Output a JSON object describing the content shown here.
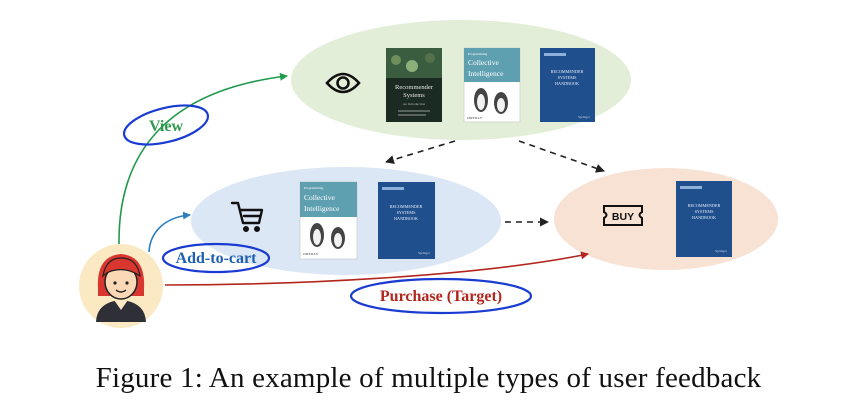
{
  "edges": {
    "view": "View",
    "add_to_cart": "Add-to-cart",
    "purchase": "Purchase (Target)"
  },
  "nodes": {
    "buy_icon_text": "BUY"
  },
  "books": {
    "recommender_systems": {
      "title_line1": "Recommender",
      "title_line2": "Systems",
      "subtitle": "An Introduction"
    },
    "collective_intelligence": {
      "kicker": "Programming",
      "title_line1": "Collective",
      "title_line2": "Intelligence",
      "publisher": "O'REILLY"
    },
    "handbook": {
      "line1": "RECOMMENDER",
      "line2": "SYSTEMS",
      "line3": "HANDBOOK",
      "publisher": "Springer"
    }
  },
  "caption": "Figure 1: An example of multiple types of user feedback",
  "colors": {
    "view_arrow": "#1f9a4b",
    "cart_arrow": "#2e7fc0",
    "purchase_arrow": "#b3261e",
    "view_ellipse": "#e3eed8",
    "cart_ellipse": "#dbe7f4",
    "buy_ellipse": "#f8e2d4",
    "user_circle": "#fbe9c4",
    "label_ring": "#1a3bd1",
    "view_text": "#2e9a4c",
    "cart_text": "#1f5fb3",
    "purchase_text": "#b3261e",
    "handbook_cover": "#1f4f8c"
  }
}
